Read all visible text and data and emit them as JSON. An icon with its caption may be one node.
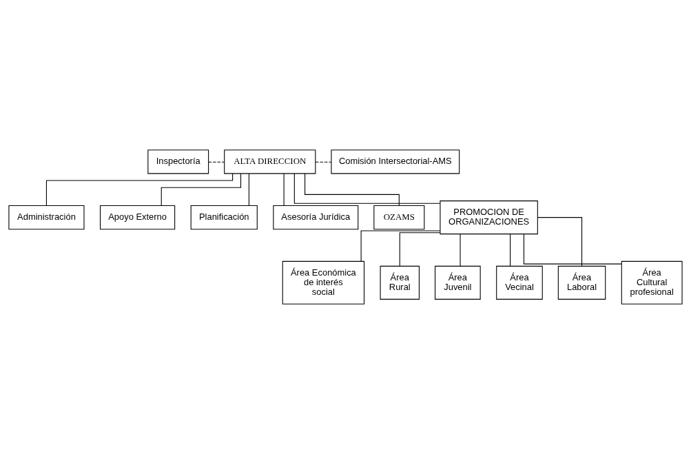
{
  "diagram": {
    "nodes": [
      {
        "text": [
          "Inspectoría"
        ]
      },
      {
        "text": [
          "ALTA DIRECCION"
        ]
      },
      {
        "text": [
          "Comisión Intersectorial-AMS"
        ]
      },
      {
        "text": [
          "Administración"
        ]
      },
      {
        "text": [
          "Apoyo Externo"
        ]
      },
      {
        "text": [
          "Planificación"
        ]
      },
      {
        "text": [
          "Asesoría Jurídica"
        ]
      },
      {
        "text": [
          "OZAMS"
        ]
      },
      {
        "text": [
          "PROMOCION DE ORGANIZACIONES"
        ]
      },
      {
        "text": [
          "Área Económica de interés social"
        ]
      },
      {
        "text": [
          "Área Rural"
        ]
      },
      {
        "text": [
          "Área Juvenil"
        ]
      },
      {
        "text": [
          "Área Vecinal"
        ]
      },
      {
        "text": [
          "Área Laboral"
        ]
      },
      {
        "text": [
          "Área Cultural profesional"
        ]
      }
    ],
    "edges": [
      {
        "from": 0,
        "to": 1,
        "arrow": "none",
        "style": "dashed"
      },
      {
        "from": 1,
        "to": 2,
        "arrow": "none",
        "style": "dashed"
      },
      {
        "from": 1,
        "to": 3,
        "arrow": "none"
      },
      {
        "from": 1,
        "to": 4,
        "arrow": "none"
      },
      {
        "from": 1,
        "to": 5,
        "arrow": "none"
      },
      {
        "from": 1,
        "to": 6,
        "arrow": "none"
      },
      {
        "from": 1,
        "to": 7,
        "arrow": "none"
      },
      {
        "from": 1,
        "to": 8,
        "arrow": "none"
      },
      {
        "from": 8,
        "to": 9,
        "arrow": "none"
      },
      {
        "from": 8,
        "to": 10,
        "arrow": "none"
      },
      {
        "from": 8,
        "to": 11,
        "arrow": "none"
      },
      {
        "from": 8,
        "to": 12,
        "arrow": "none"
      },
      {
        "from": 8,
        "to": 13,
        "arrow": "none"
      },
      {
        "from": 8,
        "to": 14,
        "arrow": "none"
      }
    ]
  }
}
